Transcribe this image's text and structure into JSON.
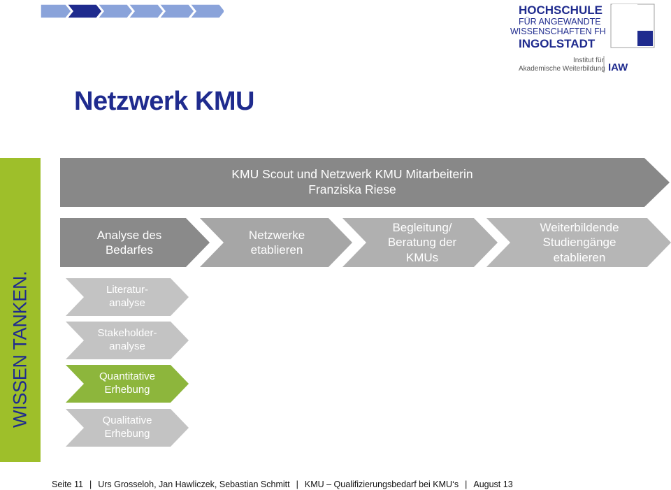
{
  "nav": {
    "segments": 6,
    "active_index": 1,
    "colors": {
      "active": "#1f2b8e",
      "inactive": "#8aa3da"
    }
  },
  "logo": {
    "line1": "HOCHSCHULE",
    "line2": "FÜR ANGEWANDTE",
    "line3": "WISSENSCHAFTEN FH",
    "line4": "INGOLSTADT",
    "institute1": "Institut für",
    "institute2": "Akademische Weiterbildung",
    "institute_abbr": "IAW"
  },
  "title": "Netzwerk KMU",
  "side_tag": "WISSEN TANKEN.",
  "banner": {
    "line1": "KMU Scout und Netzwerk KMU Mitarbeiterin",
    "line2": "Franziska Riese"
  },
  "steps": [
    {
      "lines": [
        "Analyse des",
        "Bedarfes"
      ]
    },
    {
      "lines": [
        "Netzwerke",
        "etablieren"
      ]
    },
    {
      "lines": [
        "Begleitung/",
        "Beratung der",
        "KMUs"
      ]
    },
    {
      "lines": [
        "Weiterbildende",
        "Studiengänge",
        "etablieren"
      ]
    }
  ],
  "substeps": [
    {
      "lines": [
        "Literatur-",
        "analyse"
      ],
      "highlighted": false
    },
    {
      "lines": [
        "Stakeholder-",
        "analyse"
      ],
      "highlighted": false
    },
    {
      "lines": [
        "Quantitative",
        "Erhebung"
      ],
      "highlighted": true
    },
    {
      "lines": [
        "Qualitative",
        "Erhebung"
      ],
      "highlighted": false
    }
  ],
  "footer": {
    "page": "Seite 11",
    "authors": "Urs Grosseloh, Jan Hawliczek, Sebastian Schmitt",
    "topic": "KMU – Qualifizierungsbedarf bei KMU‘s",
    "date": "August 13"
  },
  "colors": {
    "navy": "#1f2b8e",
    "green": "#9ebf2a",
    "substep_green": "#8db63c",
    "banner_grey": "#888888",
    "step1": "#8a8a8a",
    "step2": "#a6a6a6",
    "step3": "#b0b0b0",
    "step4": "#b6b6b6",
    "substep_grey": "#c3c3c3"
  }
}
